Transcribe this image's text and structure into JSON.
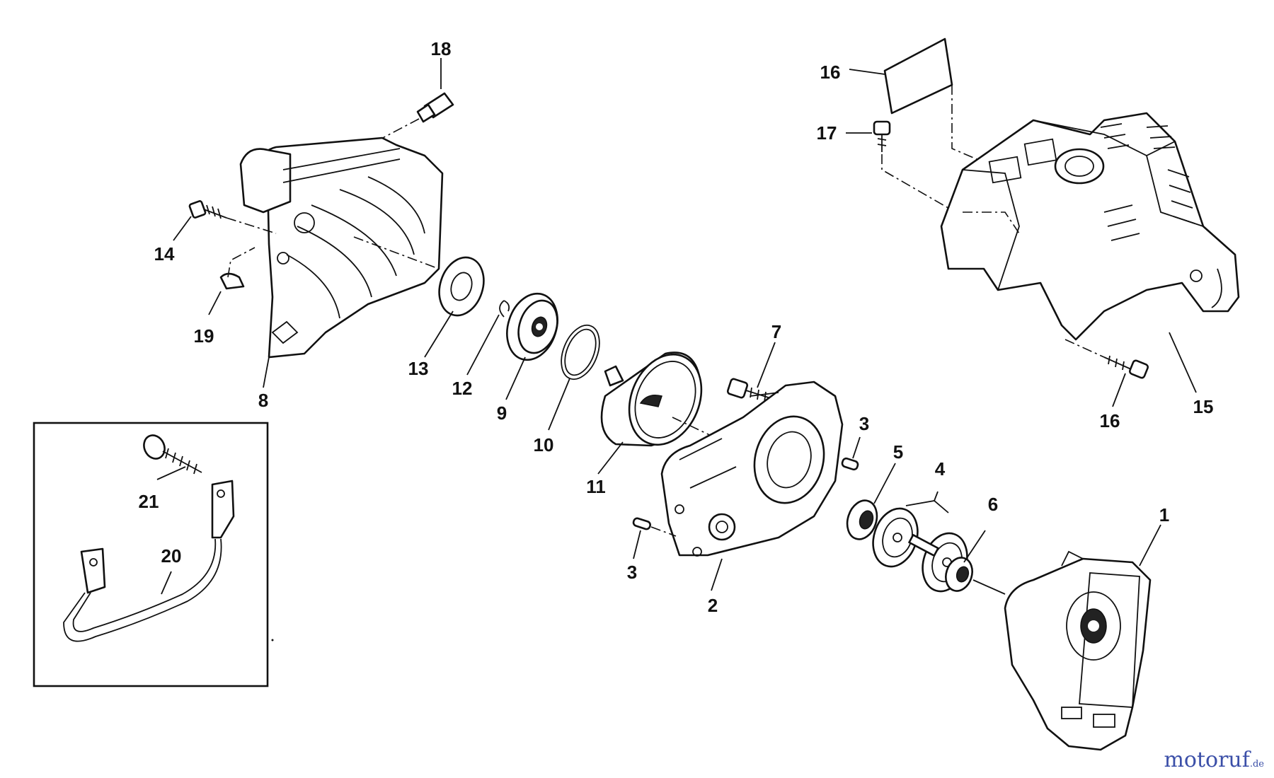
{
  "labels": {
    "l1": "1",
    "l2": "2",
    "l3a": "3",
    "l3b": "3",
    "l4": "4",
    "l5": "5",
    "l6": "6",
    "l7": "7",
    "l8": "8",
    "l9": "9",
    "l10": "10",
    "l11": "11",
    "l12": "12",
    "l13": "13",
    "l14": "14",
    "l15": "15",
    "l16a": "16",
    "l16b": "16",
    "l17": "17",
    "l18": "18",
    "l19": "19",
    "l20": "20",
    "l21": "21"
  },
  "watermark": {
    "text": "motoruf",
    "suffix": ".de"
  },
  "colors": {
    "ink": "#111111",
    "background": "#ffffff",
    "watermark_green": "#1c7a3e",
    "watermark_blue": "#3b4fa8",
    "watermark_orange": "#d9532a"
  }
}
